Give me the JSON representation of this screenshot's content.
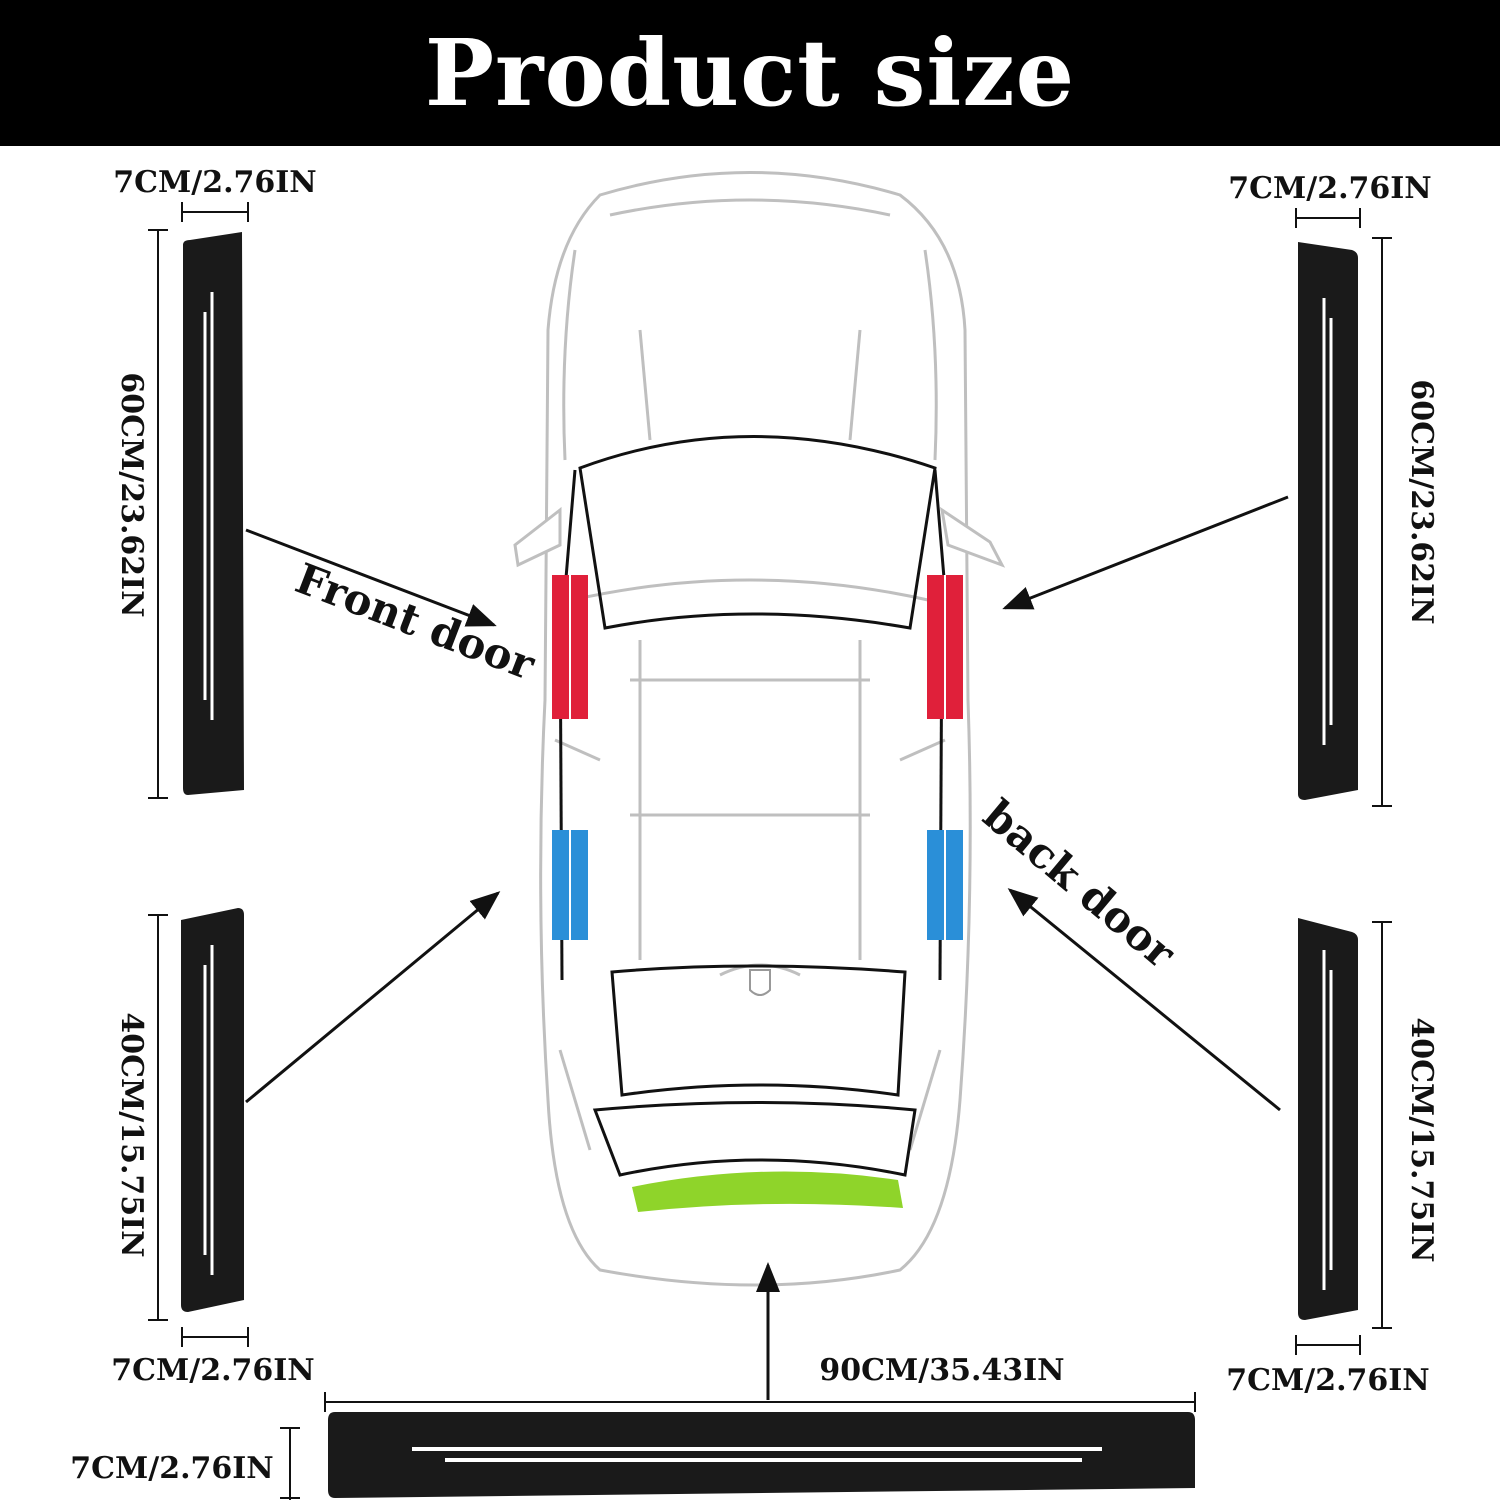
{
  "header": {
    "title": "Product size"
  },
  "labels": {
    "front_door": "Front door",
    "back_door": "back door"
  },
  "dimensions": {
    "front_left_width": "7CM/2.76IN",
    "front_left_length": "60CM/23.62IN",
    "front_right_width": "7CM/2.76IN",
    "front_right_length": "60CM/23.62IN",
    "back_left_width": "7CM/2.76IN",
    "back_left_length": "40CM/15.75IN",
    "back_right_width": "7CM/2.76IN",
    "back_right_length": "40CM/15.75IN",
    "rear_length": "90CM/35.43IN",
    "rear_width": "7CM/2.76IN"
  },
  "colors": {
    "front_door_marker": "#e0203a",
    "back_door_marker": "#2a8fd8",
    "trunk_marker": "#8fd42a",
    "strip_fill": "#1a1a1a",
    "strip_line": "#ffffff"
  }
}
